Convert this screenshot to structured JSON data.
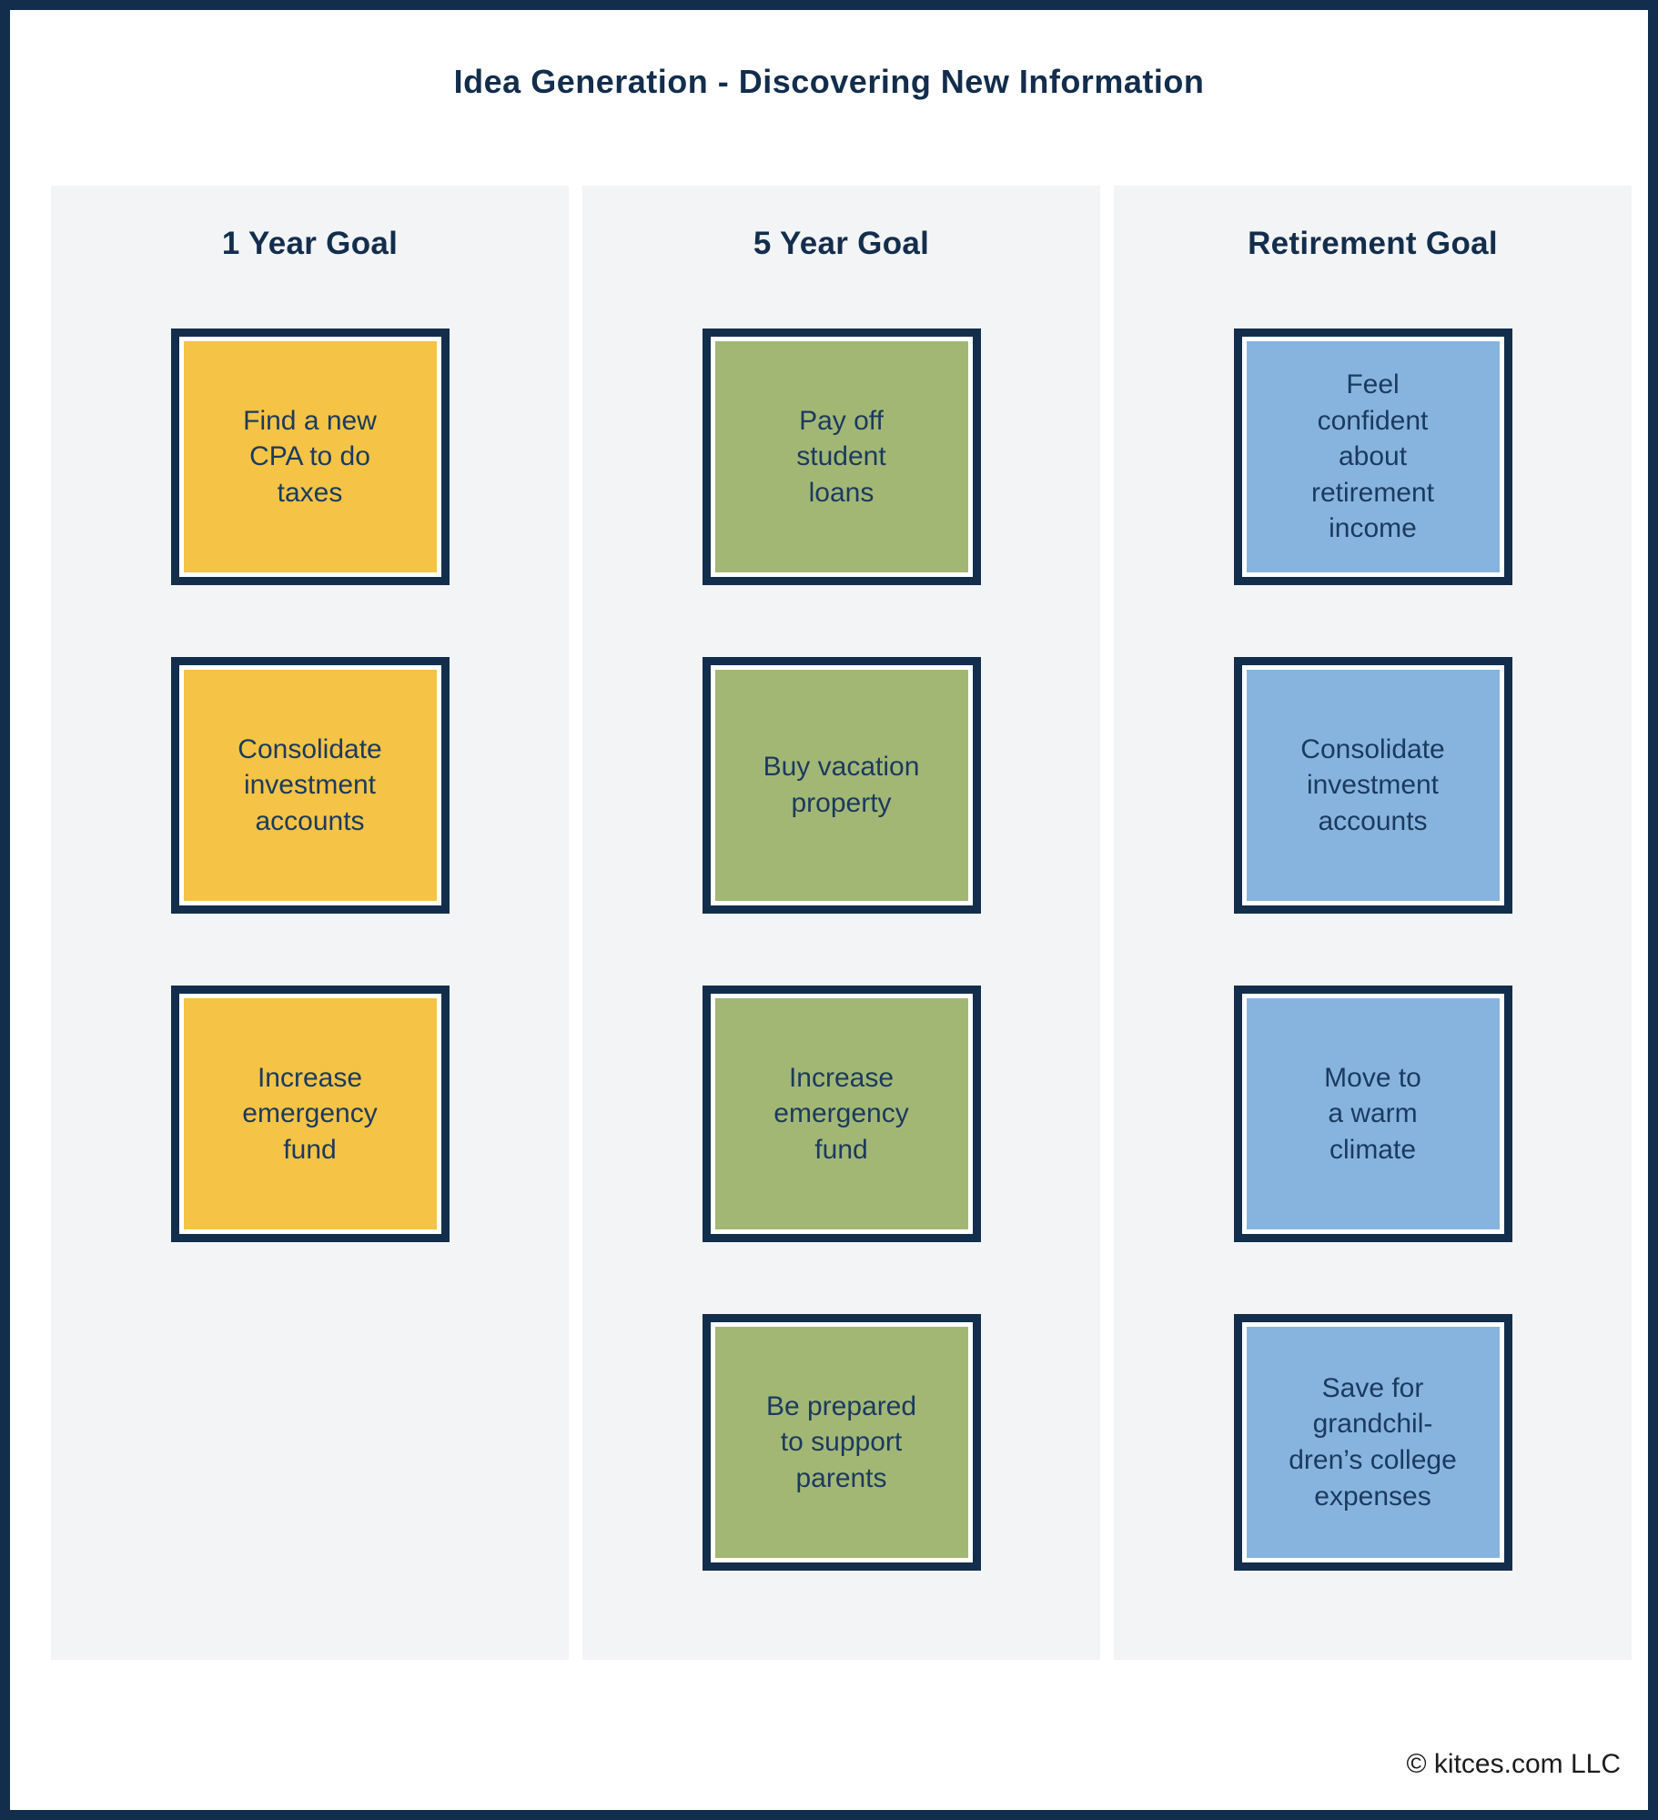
{
  "page": {
    "title": "Idea Generation - Discovering New Information",
    "footer": "© kitces.com LLC"
  },
  "colors": {
    "navy": "#132E4C",
    "yellow": "#F5C345",
    "green": "#A3B775",
    "blue": "#87B4DF",
    "column-bg": "#F3F4F6",
    "text-navy": "#1B3A5E",
    "footer-text": "#1C1C1C"
  },
  "columns": [
    {
      "header": "1 Year Goal",
      "card_color": "yellow",
      "cards": [
        {
          "text": "Find a new\nCPA to do\ntaxes"
        },
        {
          "text": "Consolidate\ninvestment\naccounts"
        },
        {
          "text": "Increase\nemergency\nfund"
        }
      ]
    },
    {
      "header": "5 Year Goal",
      "card_color": "green",
      "cards": [
        {
          "text": "Pay off\nstudent\nloans"
        },
        {
          "text": "Buy vacation\nproperty"
        },
        {
          "text": "Increase\nemergency\nfund"
        },
        {
          "text": "Be prepared\nto support\nparents"
        }
      ]
    },
    {
      "header": "Retirement Goal",
      "card_color": "blue",
      "cards": [
        {
          "text": "Feel\nconfident\nabout\nretirement\nincome"
        },
        {
          "text": "Consolidate\ninvestment\naccounts"
        },
        {
          "text": "Move to\na warm\nclimate"
        },
        {
          "text": "Save for\ngrandchil-\ndren’s college\nexpenses"
        }
      ]
    }
  ]
}
